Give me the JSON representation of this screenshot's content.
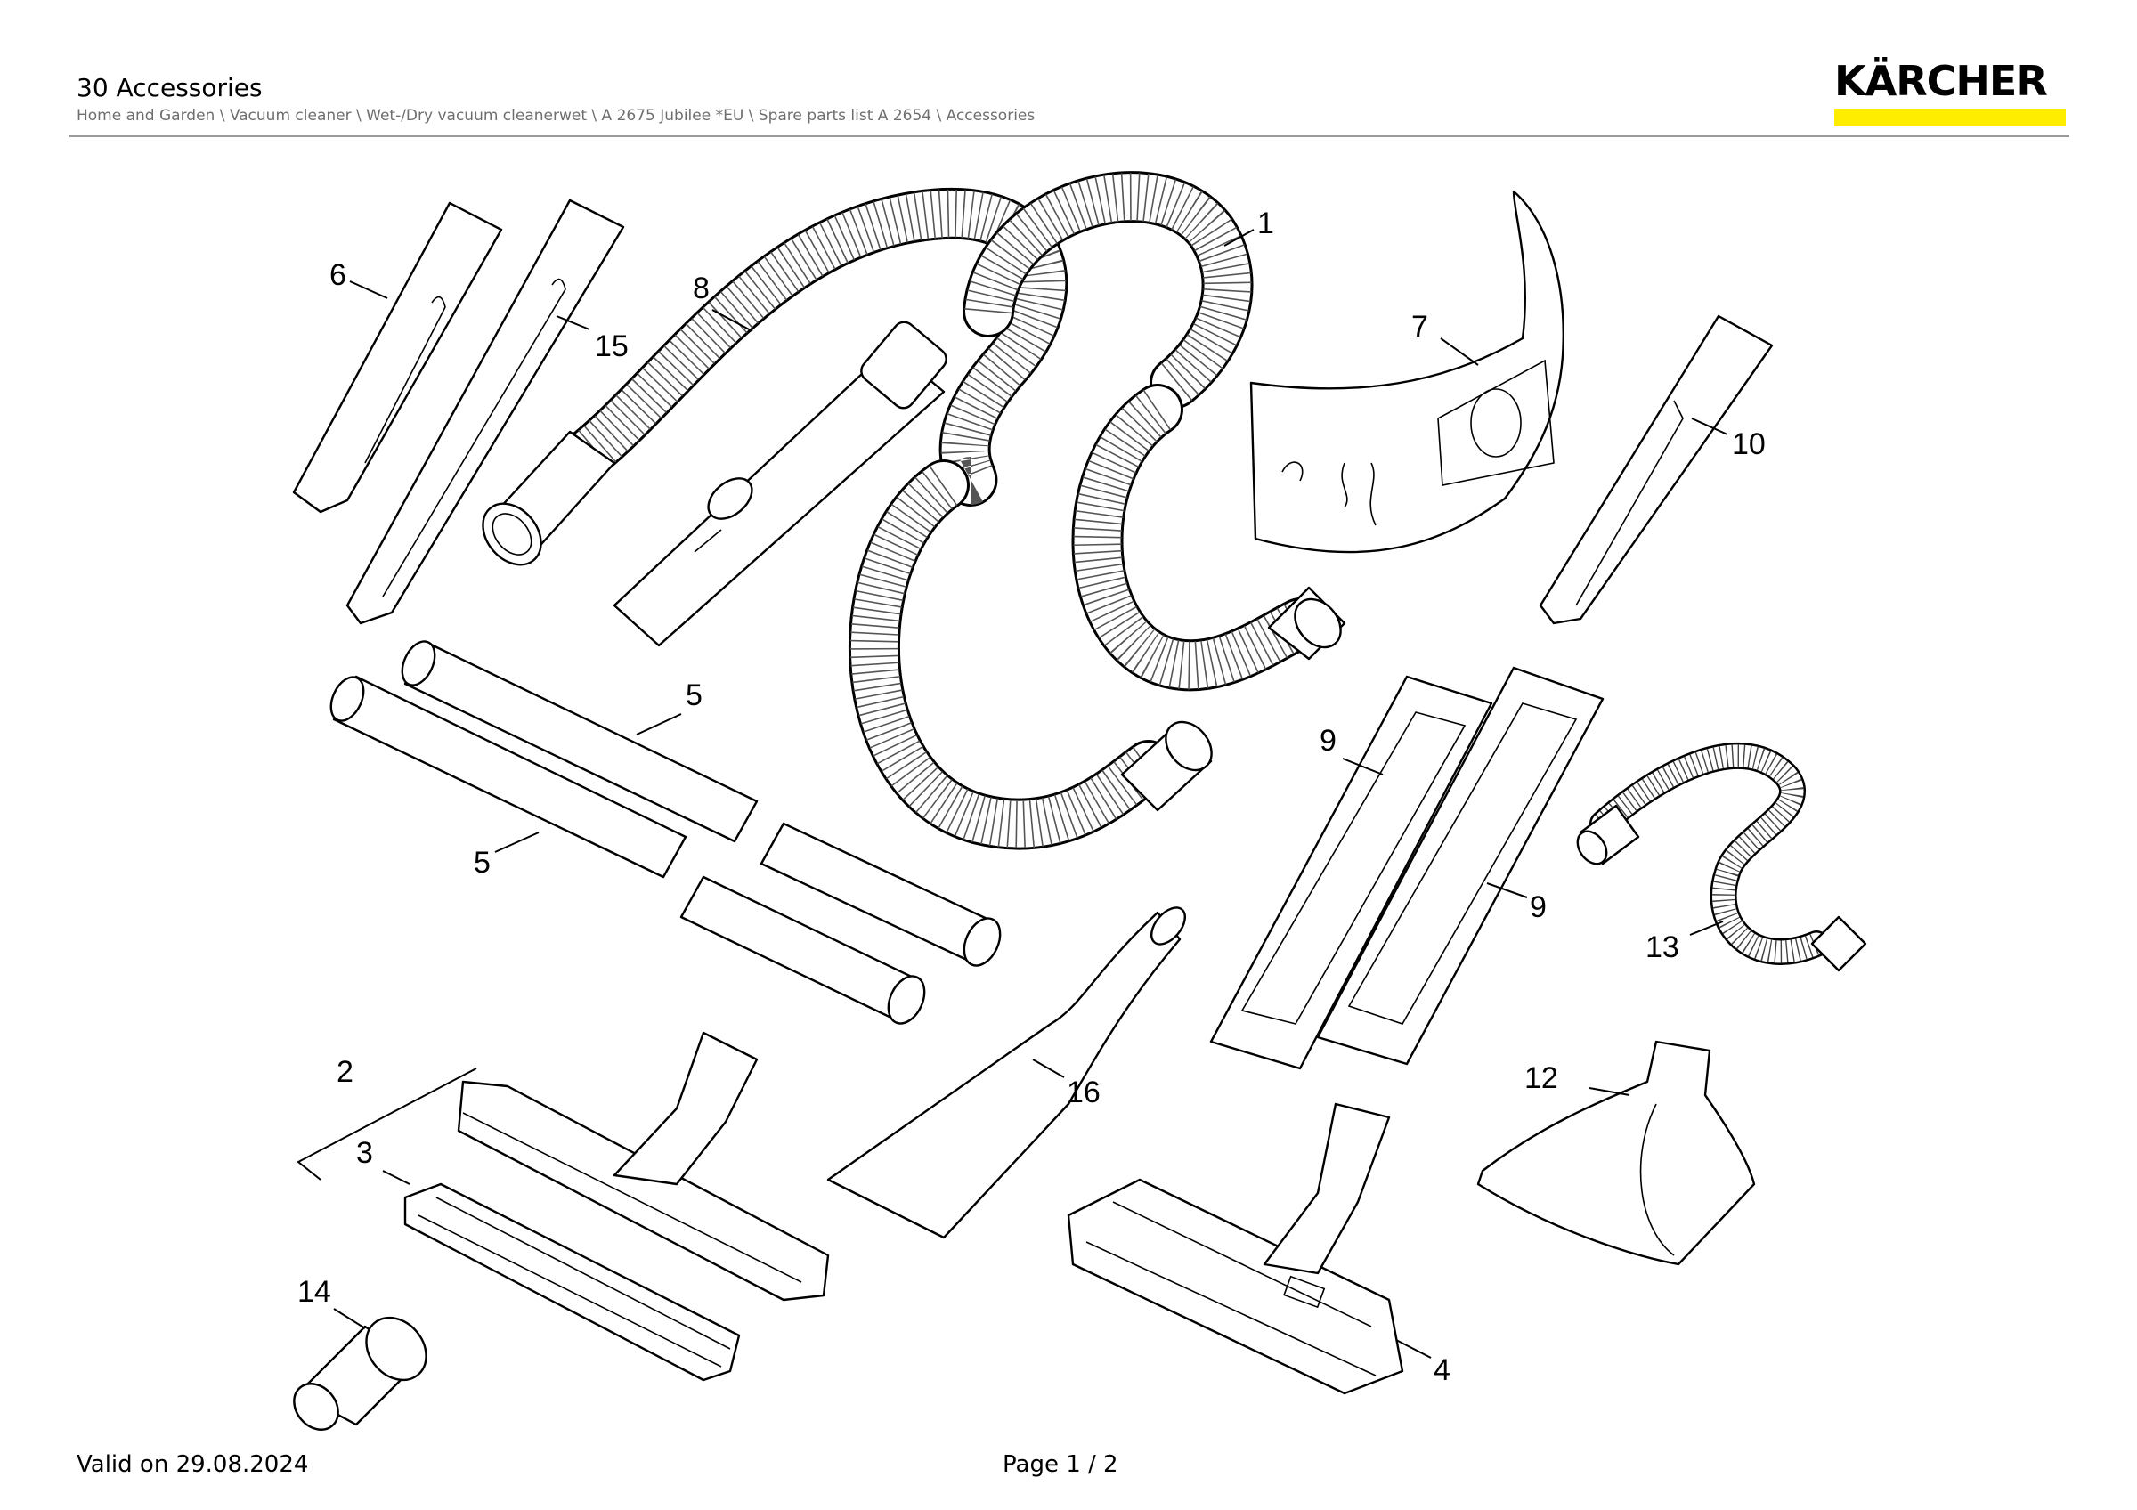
{
  "header": {
    "title": "30 Accessories",
    "breadcrumb": "Home and Garden \\ Vacuum cleaner \\ Wet-/Dry vacuum cleanerwet \\ A 2675 Jubilee *EU \\ Spare parts list A 2654 \\ Accessories",
    "logo_text": "KÄRCHER"
  },
  "colors": {
    "brand_yellow": "#ffed00",
    "rule": "#9a9a9a",
    "breadcrumb": "#6e6e6e"
  },
  "diagram": {
    "labels": {
      "l1": "1",
      "l2": "2",
      "l3": "3",
      "l4": "4",
      "l5a": "5",
      "l5b": "5",
      "l6": "6",
      "l7": "7",
      "l8": "8",
      "l9a": "9",
      "l9b": "9",
      "l10": "10",
      "l12": "12",
      "l13": "13",
      "l14": "14",
      "l15": "15",
      "l16": "16"
    }
  },
  "footer": {
    "valid": "Valid on 29.08.2024",
    "page": "Page 1 / 2"
  }
}
